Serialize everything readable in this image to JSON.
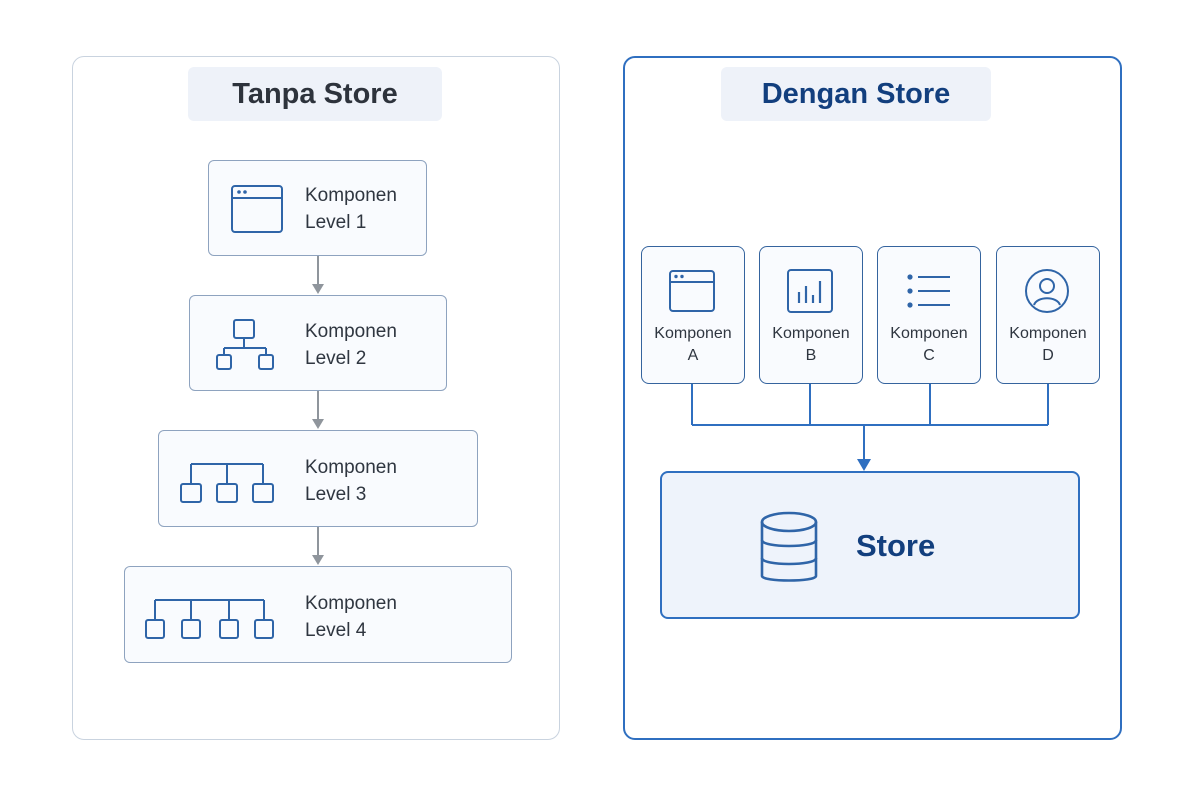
{
  "left_panel": {
    "title": "Tanpa Store",
    "levels": [
      {
        "line1": "Komponen",
        "line2": "Level 1"
      },
      {
        "line1": "Komponen",
        "line2": "Level 2"
      },
      {
        "line1": "Komponen",
        "line2": "Level 3"
      },
      {
        "line1": "Komponen",
        "line2": "Level 4"
      }
    ]
  },
  "right_panel": {
    "title": "Dengan Store",
    "components": [
      {
        "line1": "Komponen",
        "line2": "A",
        "icon": "browser-window-icon"
      },
      {
        "line1": "Komponen",
        "line2": "B",
        "icon": "bar-chart-icon"
      },
      {
        "line1": "Komponen",
        "line2": "C",
        "icon": "list-icon"
      },
      {
        "line1": "Komponen",
        "line2": "D",
        "icon": "user-avatar-icon"
      }
    ],
    "store_label": "Store"
  },
  "colors": {
    "accent_blue": "#2f6fc0",
    "icon_blue": "#2f65a8",
    "dark_navy": "#123f7e",
    "arrow_gray": "#8f959c",
    "panel_border_gray": "#c9d3df",
    "title_bg": "#eef2f9"
  }
}
